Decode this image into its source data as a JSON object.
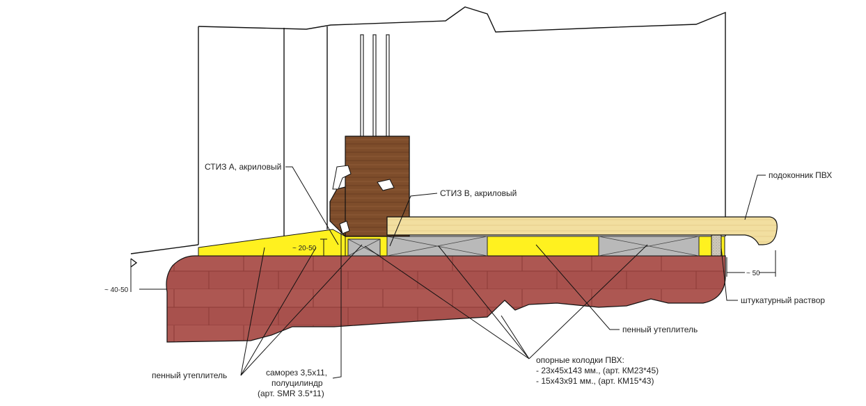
{
  "labels": {
    "stiz_a": "СТИЗ А, акриловый",
    "stiz_b": "СТИЗ В, акриловый",
    "sill": "подоконник ПВХ",
    "plaster": "штукатурный раствор",
    "foam_right": "пенный утеплитель",
    "foam_left": "пенный утеплитель",
    "screw_line1": "саморез 3,5x11,",
    "screw_line2": "полуцилиндр",
    "screw_line3": "(арт. SMR 3.5*11)",
    "blocks_title": "опорные колодки ПВХ:",
    "blocks_line1": "- 23x45x143 мм., (арт. КМ23*45)",
    "blocks_line2": "- 15x43x91 мм., (арт. КМ15*43)"
  },
  "dimensions": {
    "gap_height": "~ 20-50",
    "outer_offset": "~ 40-50",
    "overhang": "~ 50"
  },
  "colors": {
    "brick": "#a8514d",
    "brick_dark": "#8f3f3c",
    "foam": "#fff11f",
    "block": "#b9b9b9",
    "wood": "#7a4a2a",
    "sill": "#f2dfa0",
    "plaster": "#c8c2b4"
  }
}
